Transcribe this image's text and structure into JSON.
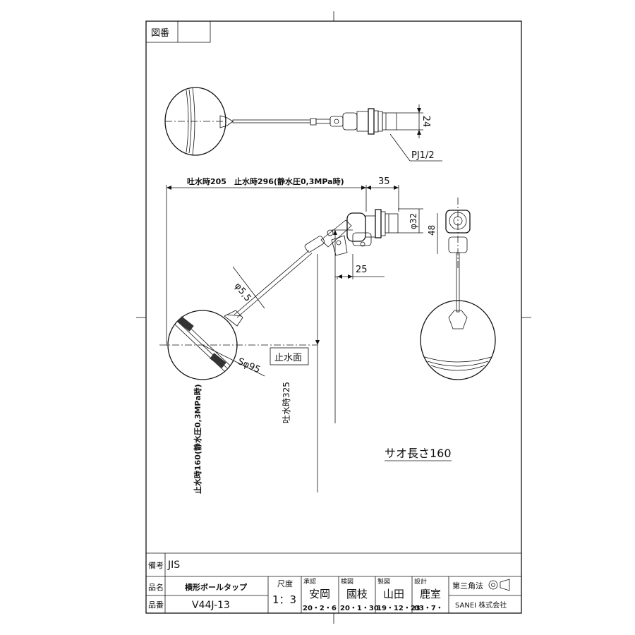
{
  "header": {
    "drawing_number_label": "図番",
    "drawing_number": ""
  },
  "dimensions": {
    "thread": "PJ1/2",
    "d24": "24",
    "spout_lengths": "吐水時205　止水時296(静水圧0,3MPa時)",
    "d35": "35",
    "d32": "φ32",
    "d48": "48",
    "d25": "25",
    "rod_dia": "φ5,5",
    "ball_dia": "Sφ95",
    "stop_level": "止水面",
    "stop_height": "止水時160(静水圧0,3MPa時)",
    "spout_height": "吐水時325",
    "rod_length": "サオ長さ160"
  },
  "title_block": {
    "remarks_label": "備考",
    "remarks": "JIS",
    "name_label": "品名",
    "product_name": "横形ボールタップ",
    "number_label": "品番",
    "product_number": "V44J-13",
    "scale_label": "尺度",
    "scale": "1：3",
    "approved_label": "承認",
    "approved_name": "安岡",
    "approved_date": "20・2・6",
    "checked_label": "検図",
    "checked_name": "國枝",
    "checked_date": "20・1・30",
    "drawn_label": "製図",
    "drawn_name": "山田",
    "drawn_date": "19・12・23",
    "designed_label": "設計",
    "designed_name": "鹿室",
    "designed_date": "03・7・",
    "projection_label": "第三角法",
    "company": "SANEI 株式会社"
  }
}
